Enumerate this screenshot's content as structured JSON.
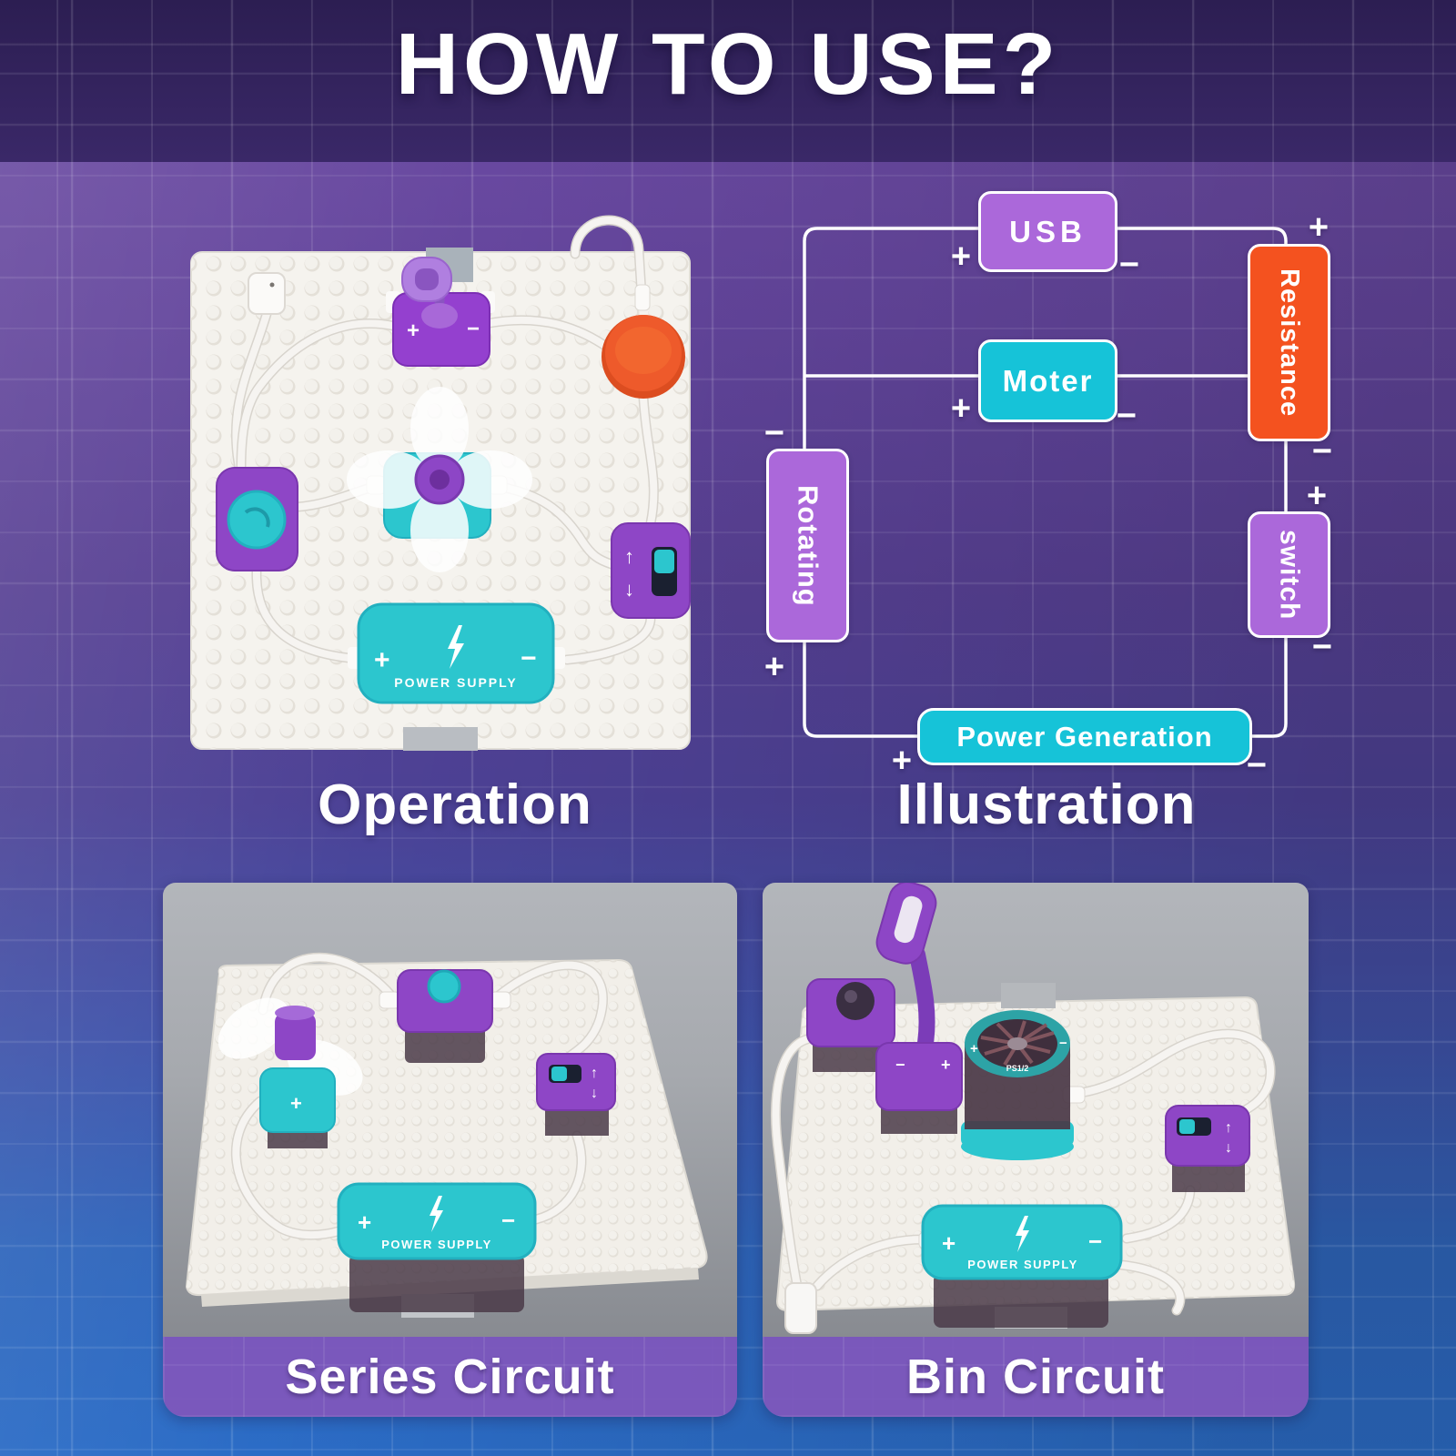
{
  "title": "HOW TO USE?",
  "signs": {
    "plus": "+",
    "minus": "−"
  },
  "sections": {
    "operation": {
      "caption": "Operation"
    },
    "illustration": {
      "caption": "Illustration"
    },
    "series": {
      "caption": "Series Circuit"
    },
    "bin": {
      "caption": "Bin Circuit"
    }
  },
  "diagram": {
    "usb": {
      "label": "USB",
      "color": "#ab68da"
    },
    "moter": {
      "label": "Moter",
      "color": "#16c3d8"
    },
    "resistance": {
      "label": "Resistance",
      "color": "#f4521f"
    },
    "rotating": {
      "label": "Rotating",
      "color": "#ab68da"
    },
    "switch": {
      "label": "switch",
      "color": "#ab68da"
    },
    "power_generation": {
      "label": "Power Generation",
      "color": "#16c3d8"
    },
    "wire_color": "#ffffff"
  },
  "boards": {
    "operation": {
      "power_supply": "POWER SUPPLY"
    },
    "series": {
      "power_supply": "POWER SUPPLY",
      "arrow_up": "↑",
      "arrow_down": "↓"
    },
    "bin": {
      "power_supply": "POWER SUPPLY",
      "arrow_up": "↑",
      "arrow_down": "↓",
      "turbine_label": "PS1/2"
    }
  },
  "colors": {
    "header": "#342262",
    "background_top": "#6e4ca4",
    "background_bottom": "#2b6cc6",
    "grid_line": "rgba(255,255,255,0.13)",
    "label_band": "#7e57bc",
    "board_white": "#f5f3ee",
    "module_purple": "#8e46c6",
    "module_teal": "#2cc6ce",
    "button_orange": "#ee5a2b"
  }
}
